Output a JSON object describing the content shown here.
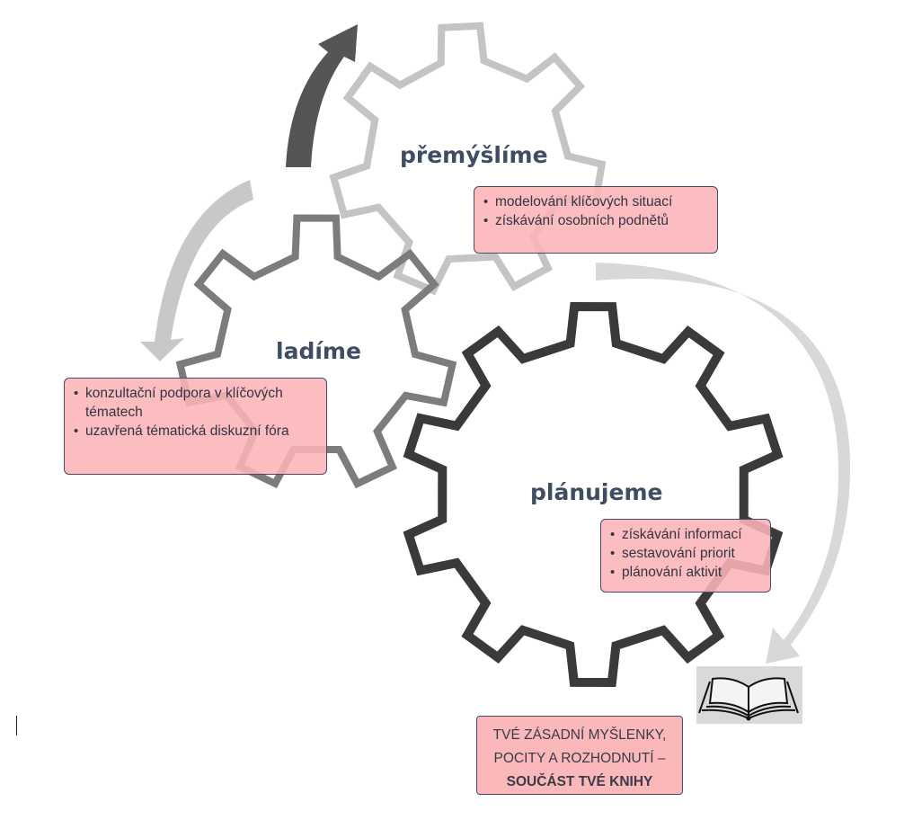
{
  "gears": {
    "premyslime": {
      "title": "přemýšlíme",
      "color": "#c4c4c4",
      "items": [
        "modelování klíčových situací",
        "získávání osobních podnětů"
      ]
    },
    "ladime": {
      "title": "ladíme",
      "color": "#7c7c7c",
      "items": [
        "konzultační podpora v klíčových tématech",
        "uzavřená tématická diskuzní fóra"
      ]
    },
    "planujeme": {
      "title": "plánujeme",
      "color": "#3a3a3a",
      "items": [
        "získávání informací",
        "sestavování priorit",
        "plánování aktivit"
      ]
    }
  },
  "result": {
    "line1": "TVÉ ZÁSADNÍ MYŠLENKY,",
    "line2": "POCITY A ROZHODNUTÍ –",
    "line3": "SOUČÁST TVÉ KNIHY"
  },
  "icons": {
    "book": "open-book-icon"
  },
  "colors": {
    "box_fill": "#f8b4b6",
    "box_border": "#4a4a64",
    "title_text": "#3e4c64",
    "arrow_dark": "#555555",
    "arrow_mid": "#c4c4c4",
    "arrow_light": "#d6d6d6"
  }
}
